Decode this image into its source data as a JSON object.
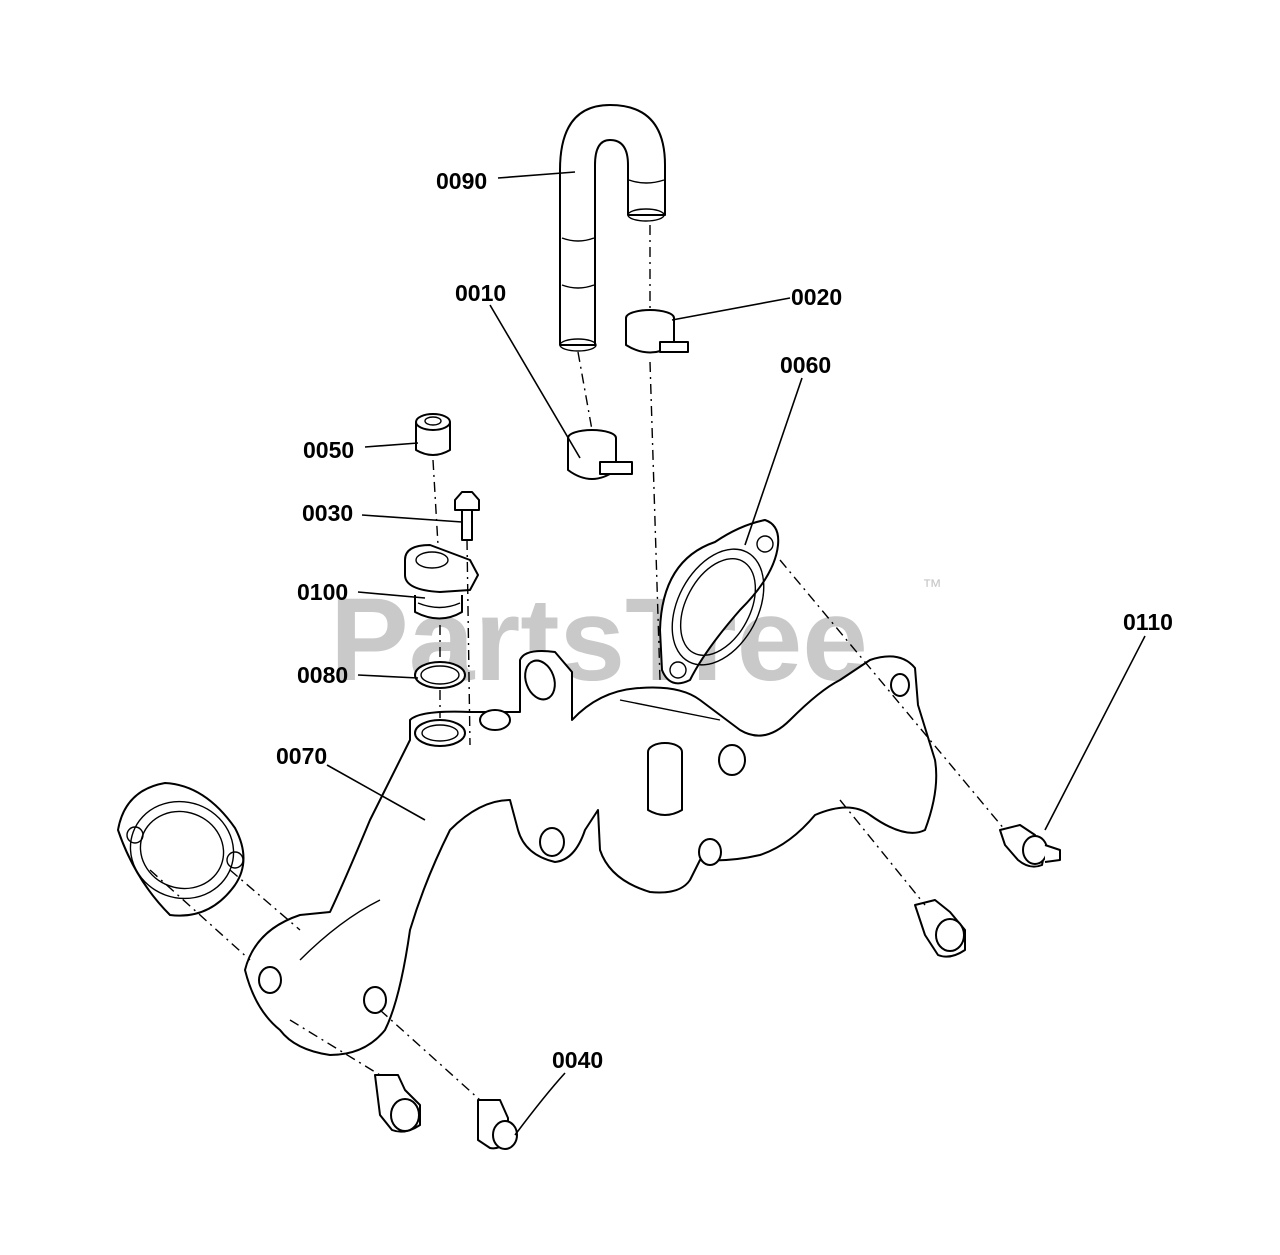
{
  "watermark": {
    "text": "PartsTree",
    "trademark": "™"
  },
  "callouts": {
    "c0090": "0090",
    "c0010": "0010",
    "c0020": "0020",
    "c0060": "0060",
    "c0050": "0050",
    "c0030": "0030",
    "c0100": "0100",
    "c0080": "0080",
    "c0110": "0110",
    "c0070": "0070",
    "c0040": "0040"
  }
}
